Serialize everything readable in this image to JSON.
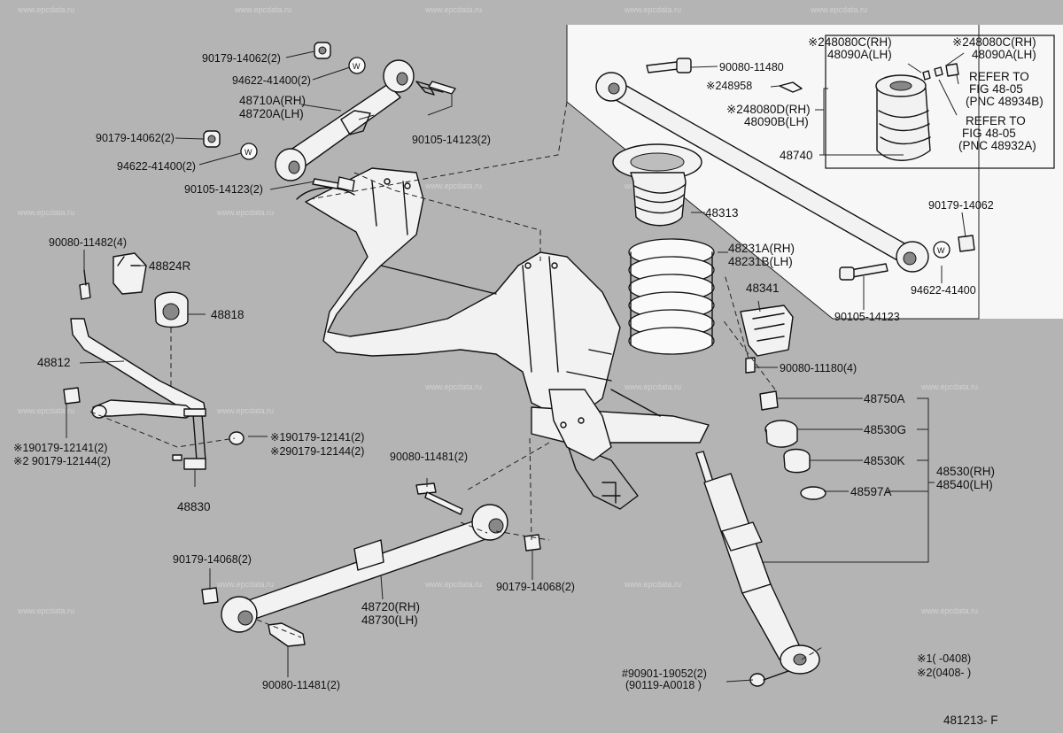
{
  "diagram_code": "481213- F",
  "watermark": "www.epcdata.ru",
  "legend": {
    "note1": "※1(        -0408)",
    "note2": "※2(0408-        )"
  },
  "washer_mark": "W",
  "inset": {
    "labels": {
      "bolt_top": "90080-11480",
      "grommet": "※248958",
      "bushing_rh": "※248080D(RH)",
      "bushing_lh": "48090B(LH)",
      "rod": "48740",
      "nut": "90179-14062",
      "washer": "94622-41400",
      "bolt_bottom": "90105-14123",
      "sub_left_1": "※248080C(RH)",
      "sub_left_2": "48090A(LH)",
      "sub_right_1": "※248080C(RH)",
      "sub_right_2": "48090A(LH)",
      "refer1_1": "REFER TO",
      "refer1_2": "FIG 48-05",
      "refer1_3": "(PNC 48934B)",
      "refer2_1": "REFER TO",
      "refer2_2": "FIG 48-05",
      "refer2_3": "(PNC 48932A)"
    }
  },
  "labels": {
    "nut_top": "90179-14062(2)",
    "washer_top": "94622-41400(2)",
    "arm_upper_rh": "48710A(RH)",
    "arm_upper_lh": "48720A(LH)",
    "bolt_upper": "90105-14123(2)",
    "nut_mid": "90179-14062(2)",
    "washer_mid": "94622-41400(2)",
    "bolt_mid": "90105-14123(2)",
    "bolt_bracket": "90080-11482(4)",
    "bracket": "48824R",
    "bush": "48818",
    "stabilizer": "48812",
    "nut_link_1": "※190179-12141(2)",
    "nut_link_2": "※290179-12144(2)",
    "nut_link_left_1": "※190179-12141(2)",
    "nut_link_left_2": "※2 90179-12144(2)",
    "link": "48830",
    "insulator_upper": "48313",
    "spring_rh": "48231A(RH)",
    "spring_lh": "48231B(LH)",
    "bumper": "48341",
    "bolt_bumper": "90080-11180(4)",
    "shock_nut": "48750A",
    "shock_g": "48530G",
    "shock_k": "48530K",
    "shock_washer": "48597A",
    "shock_rh": "48530(RH)",
    "shock_lh": "48540(LH)",
    "bolt_lower_top": "90080-11481(2)",
    "nut_lower_left": "90179-14068(2)",
    "nut_lower_right": "90179-14068(2)",
    "arm_lower_rh": "48720(RH)",
    "arm_lower_lh": "48730(LH)",
    "bolt_lower_bottom": "90080-11481(2)",
    "shock_bolt": "#90901-19052(2)",
    "shock_bolt_alt": "(90119-A0018  )"
  }
}
